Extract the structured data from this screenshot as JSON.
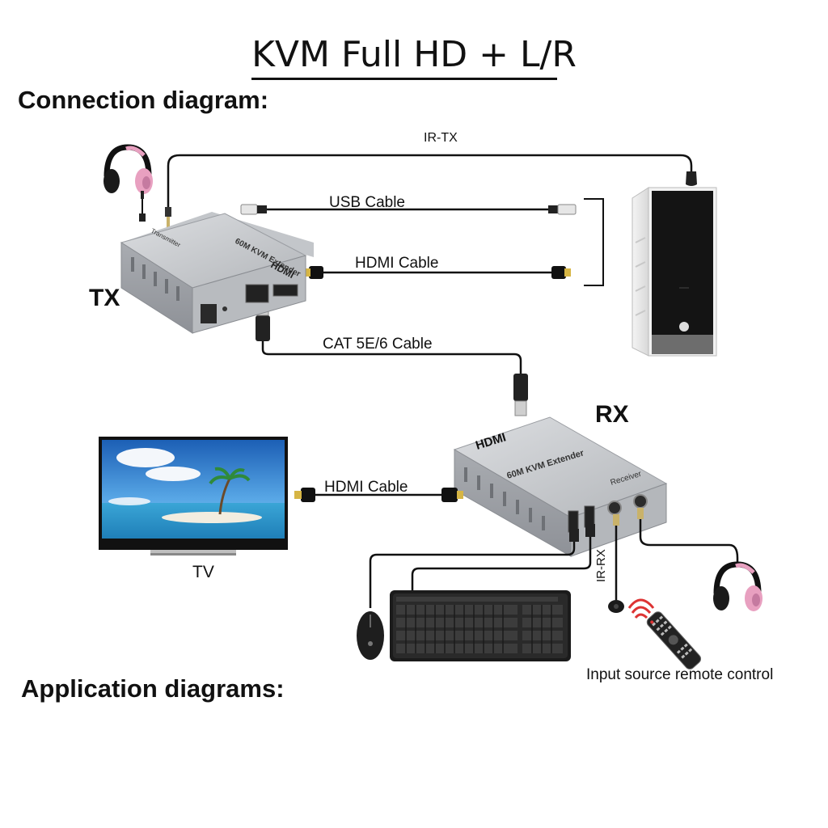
{
  "title": "KVM Full HD + L/R",
  "connection_heading": "Connection diagram:",
  "application_heading": "Application diagrams:",
  "labels": {
    "ir_tx": "IR-TX",
    "usb_cable": "USB Cable",
    "hdmi_cable_top": "HDMI Cable",
    "cat_cable": "CAT 5E/6 Cable",
    "hdmi_cable_bottom": "HDMI Cable",
    "ir_rx": "IR-RX",
    "tx": "TX",
    "rx": "RX",
    "tv": "TV",
    "remote_caption": "Input source remote control"
  },
  "devices": {
    "tx_model": "60M KVM Extender",
    "tx_role": "Transmitter",
    "rx_model": "60M KVM Extender",
    "rx_role": "Receiver",
    "brand": "HDMI"
  },
  "colors": {
    "cable": "#111111",
    "device_body": "#b9bcc0",
    "device_top": "#d2d4d7",
    "headphone_pink": "#e8a0c0",
    "tv_sky": "#2f78c8",
    "pc_black": "#1a1a1a"
  },
  "icons": [
    "headphones-icon",
    "pc-tower-icon",
    "tv-icon",
    "mouse-icon",
    "keyboard-icon",
    "remote-control-icon",
    "ir-receiver-icon"
  ]
}
